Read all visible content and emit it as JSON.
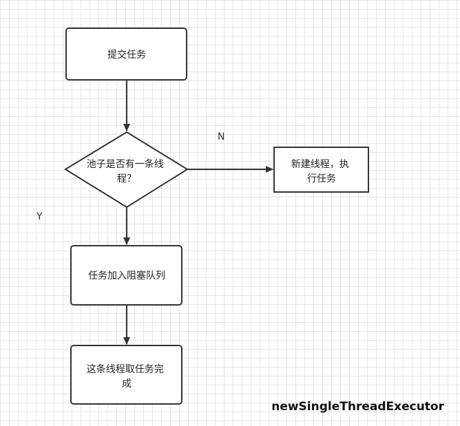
{
  "nodes": {
    "submit_task": {
      "lines": [
        "提交任务"
      ]
    },
    "check_thread": {
      "lines": [
        "池子是否有一条线",
        "程？"
      ]
    },
    "create_thread": {
      "lines": [
        "新建线程，执",
        "行任务"
      ]
    },
    "enqueue_task": {
      "lines": [
        "任务加入阻塞队列"
      ]
    },
    "thread_take_task": {
      "lines": [
        "这条线程取任务完",
        "成"
      ]
    }
  },
  "edges": {
    "no_label": "N",
    "yes_label": "Y"
  },
  "caption": "newSingleThreadExecutor",
  "colors": {
    "stroke": "#333333",
    "fill": "#ffffff",
    "grid": "#e6e6e6"
  }
}
